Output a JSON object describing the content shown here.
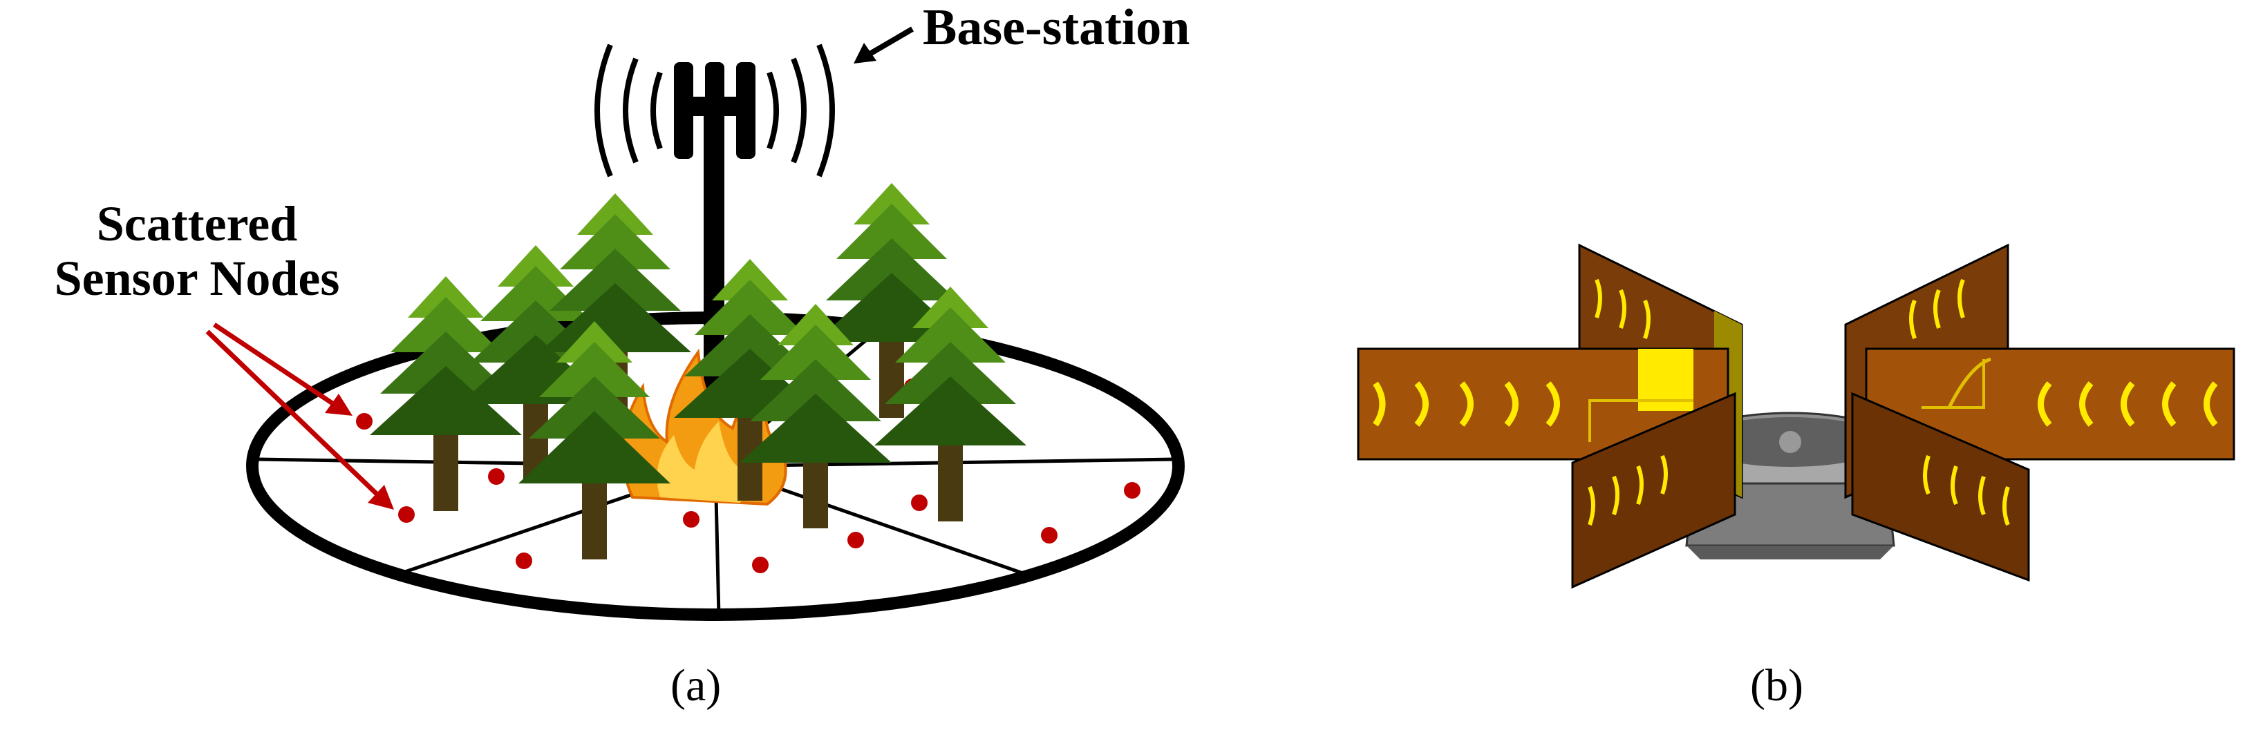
{
  "panel_a": {
    "base_station_label": "Base-station",
    "sensor_label_line1": "Scattered",
    "sensor_label_line2": "Sensor Nodes",
    "caption": "(a)"
  },
  "panel_b": {
    "caption": "(b)"
  },
  "colors": {
    "tree_light": "#5c9c1a",
    "tree_mid": "#2f6d12",
    "tree_dark": "#1a4a0a",
    "trunk": "#4a3a12",
    "sensor_node": "#c00000",
    "arrow": "#c00000",
    "fire_outer": "#f39c12",
    "fire_inner": "#ffd34d",
    "panel_brown": "#a3520a",
    "panel_dark": "#6b3206",
    "slot_yellow": "#ffea00",
    "base_gray": "#7d7d7d"
  }
}
